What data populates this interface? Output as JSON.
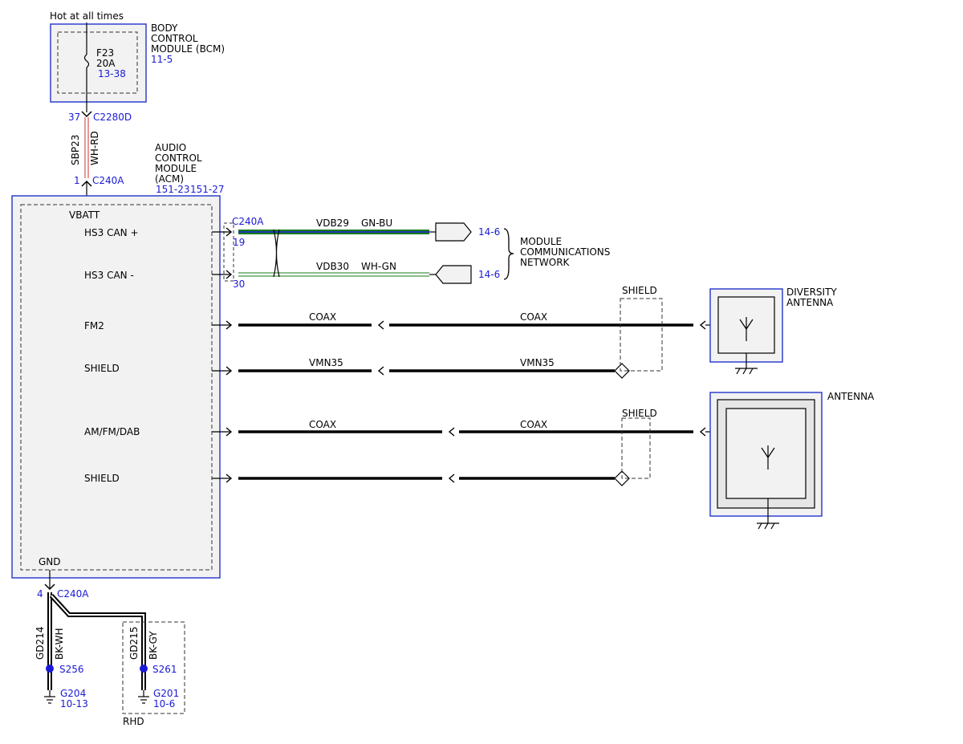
{
  "colors": {
    "ref": "#1a1ad6",
    "module_border": "#2233cc",
    "module_fill": "#f2f2f2",
    "green": "#1a7a1a",
    "blue": "#1a3ab0",
    "red": "#d23030"
  },
  "power": {
    "hot_label": "Hot at all times"
  },
  "bcm": {
    "name_lines": [
      "BODY",
      "CONTROL",
      "MODULE (BCM)"
    ],
    "ref": "11-5",
    "fuse_name": "F23",
    "fuse_rating": "20A",
    "fuse_ref": "13-38"
  },
  "feed": {
    "bcm_pin": "37",
    "bcm_connector": "C2280D",
    "circuit": "SBP23",
    "color": "WH-RD",
    "acm_pin": "1",
    "acm_connector": "C240A"
  },
  "acm": {
    "name_lines": [
      "AUDIO",
      "CONTROL",
      "MODULE",
      "(ACM)"
    ],
    "ref1": "151-23",
    "ref2": "151-27",
    "vbatt": "VBATT",
    "gnd": "GND",
    "pins": {
      "can_hi": "HS3 CAN +",
      "can_lo": "HS3 CAN -",
      "fm2": "FM2",
      "shield1": "SHIELD",
      "amfm": "AM/FM/DAB",
      "shield2": "SHIELD"
    }
  },
  "can": {
    "connector": "C240A",
    "pin_hi": "19",
    "pin_lo": "30",
    "hi_circuit": "VDB29",
    "hi_color": "GN-BU",
    "lo_circuit": "VDB30",
    "lo_color": "WH-GN",
    "hi_ref": "14-6",
    "lo_ref": "14-6",
    "network_lines": [
      "MODULE",
      "COMMUNICATIONS",
      "NETWORK"
    ]
  },
  "antenna_runs": {
    "fm2_left": "COAX",
    "fm2_right": "COAX",
    "shield1_left": "VMN35",
    "shield1_right": "VMN35",
    "amfm_left": "COAX",
    "amfm_right": "COAX",
    "shield_label_1": "SHIELD",
    "shield_label_2": "SHIELD"
  },
  "diversity_antenna": {
    "name_lines": [
      "DIVERSITY",
      "ANTENNA"
    ]
  },
  "antenna": {
    "name": "ANTENNA"
  },
  "ground": {
    "pin": "4",
    "connector": "C240A",
    "left": {
      "circuit": "GD214",
      "color": "BK-WH",
      "splice": "S256",
      "ground": "G204",
      "ref": "10-13"
    },
    "right": {
      "circuit": "GD215",
      "color": "BK-GY",
      "splice": "S261",
      "ground": "G201",
      "ref": "10-6"
    },
    "rhd_label": "RHD"
  }
}
